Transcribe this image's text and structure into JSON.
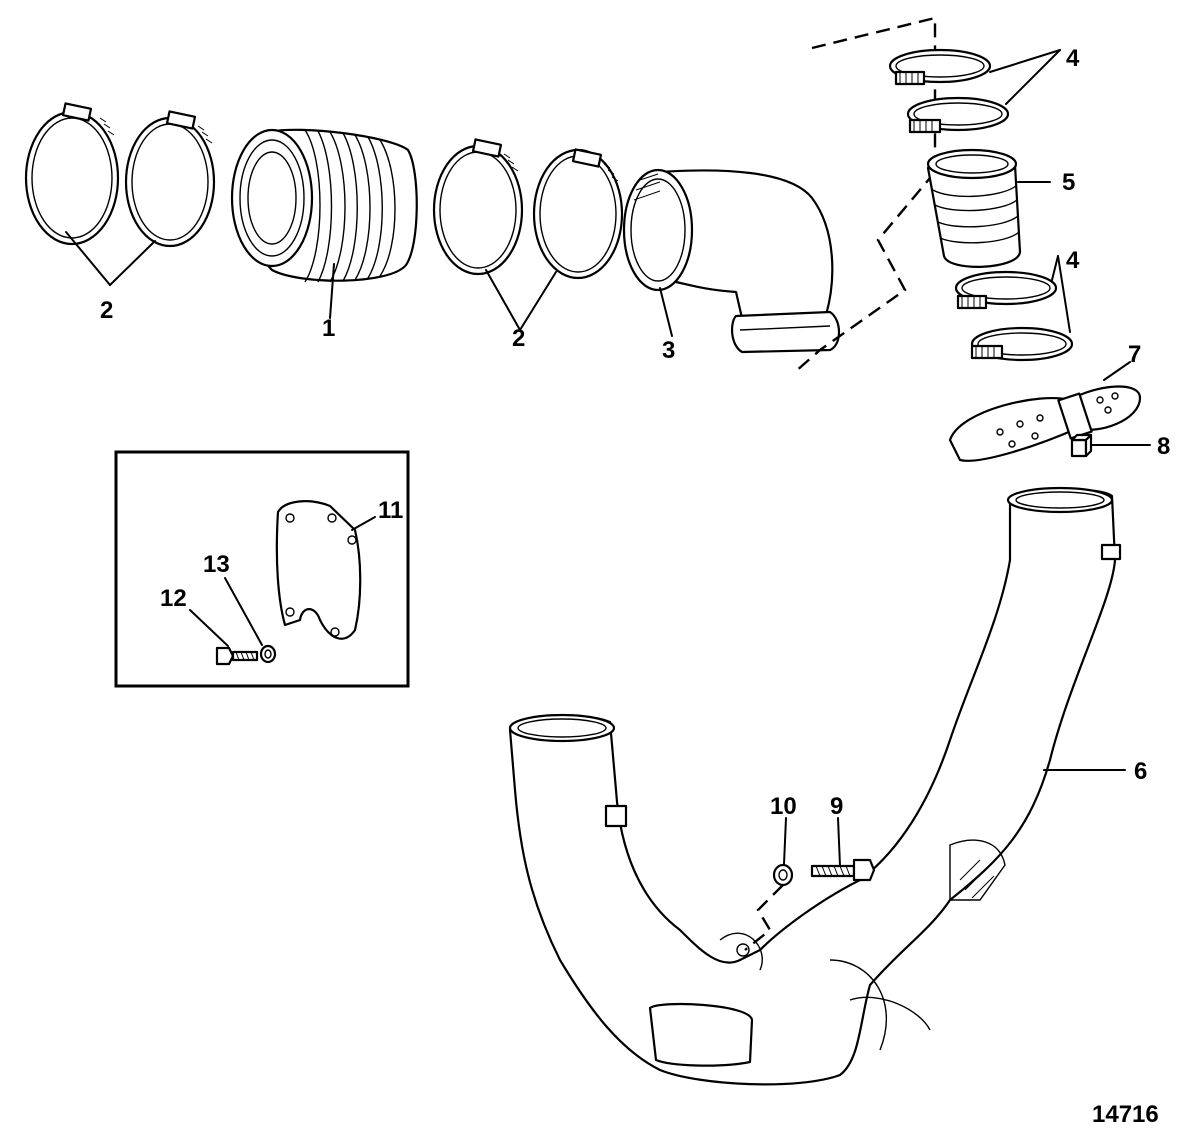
{
  "callouts": {
    "c1": "1",
    "c2a": "2",
    "c2b": "2",
    "c3": "3",
    "c4a": "4",
    "c4b": "4",
    "c5": "5",
    "c6": "6",
    "c7": "7",
    "c8": "8",
    "c9": "9",
    "c10": "10",
    "c11": "11",
    "c12": "12",
    "c13": "13"
  },
  "figure_number": "14716"
}
